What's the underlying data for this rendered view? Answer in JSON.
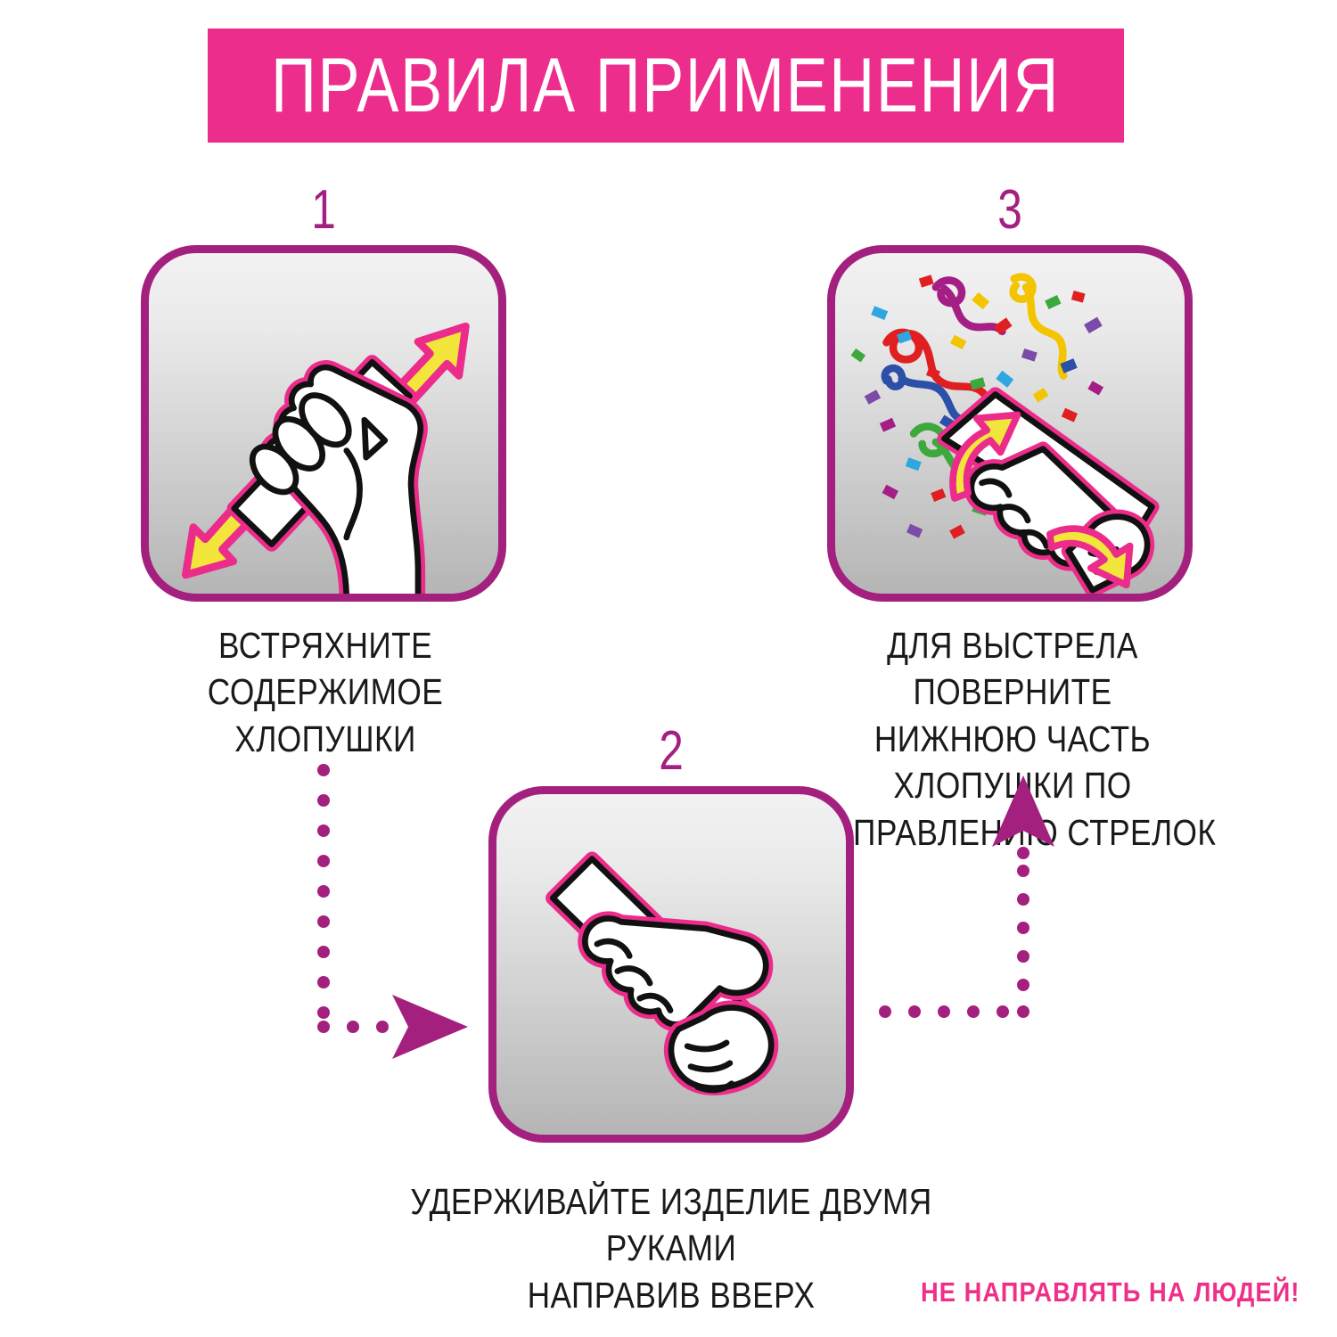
{
  "header": {
    "title": "ПРАВИЛА ПРИМЕНЕНИЯ",
    "banner_color": "#ED2D8C",
    "title_color": "#FFFFFF"
  },
  "theme": {
    "panel_border": "#A4207F",
    "panel_fill_top": "#F2F2F2",
    "panel_fill_bottom": "#B5B5B5",
    "arrow_yellow": "#F2E63C",
    "arrow_outline_pink": "#EC2C8A",
    "connector_purple": "#A4207F",
    "caption_color": "#1A1A1A",
    "warning_color": "#EE3089",
    "background": "#FFFFFF"
  },
  "steps": [
    {
      "number": "1",
      "caption": "ВСТРЯХНИТЕ СОДЕРЖИМОЕ ХЛОПУШКИ",
      "caption_lines": [
        "ВСТРЯХНИТЕ СОДЕРЖИМОЕ",
        "ХЛОПУШКИ"
      ],
      "illustration": "hand-shaking-party-popper-with-double-arrows"
    },
    {
      "number": "2",
      "caption": "УДЕРЖИВАЙТЕ ИЗДЕЛИЕ ДВУМЯ РУКАМИ НАПРАВИВ ВВЕРХ",
      "caption_lines": [
        "УДЕРЖИВАЙТЕ ИЗДЕЛИЕ ДВУМЯ РУКАМИ",
        "НАПРАВИВ ВВЕРХ"
      ],
      "illustration": "two-hands-holding-party-popper-pointed-up"
    },
    {
      "number": "3",
      "caption": "ДЛЯ ВЫСТРЕЛА ПОВЕРНИТЕ НИЖНЮЮ ЧАСТЬ ХЛОПУШКИ ПО НАПРАВЛЕНИЮ СТРЕЛОК",
      "caption_lines": [
        "ДЛЯ ВЫСТРЕЛА ПОВЕРНИТЕ",
        "НИЖНЮЮ ЧАСТЬ ХЛОПУШКИ ПО",
        "НАПРАВЛЕНИЮ СТРЕЛОК"
      ],
      "illustration": "party-popper-firing-confetti-with-twist-arrows"
    }
  ],
  "connectors": [
    {
      "name": "step1-to-step2",
      "shape": "dotted-down-then-right",
      "arrow_direction": "right"
    },
    {
      "name": "step2-to-step3",
      "shape": "dotted-right-then-up",
      "arrow_direction": "up"
    }
  ],
  "warning": {
    "text": "НЕ НАПРАВЛЯТЬ НА ЛЮДЕЙ!"
  }
}
